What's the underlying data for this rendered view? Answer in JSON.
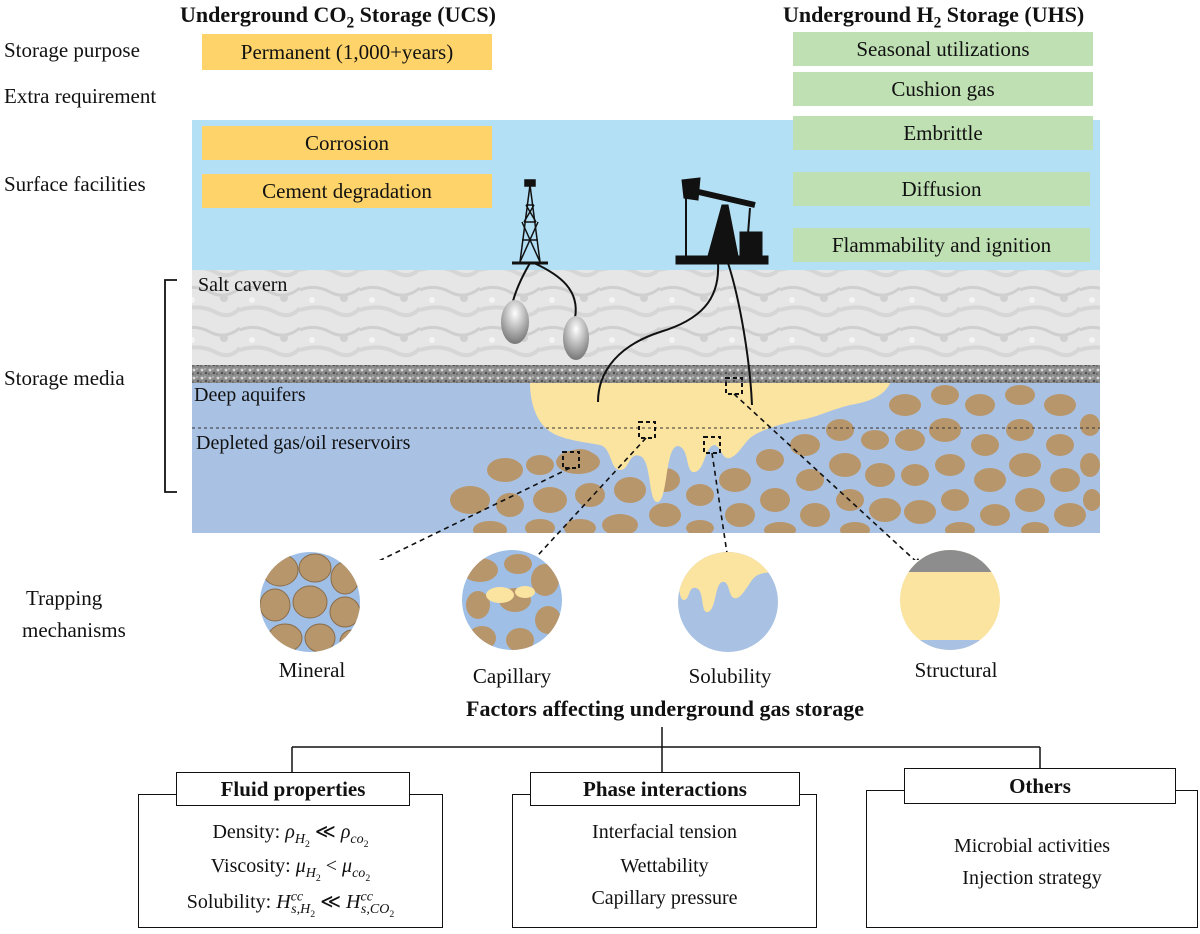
{
  "headers": {
    "ucs_prefix": "Underground CO",
    "ucs_sub": "2",
    "ucs_suffix": " Storage (UCS)",
    "uhs_prefix": "Underground H",
    "uhs_sub": "2",
    "uhs_suffix": " Storage (UHS)"
  },
  "row_labels": {
    "storage_purpose": "Storage purpose",
    "extra_requirement": "Extra requirement",
    "surface_facilities": "Surface facilities",
    "storage_media": "Storage media",
    "trapping_line1": "Trapping",
    "trapping_line2": "mechanisms"
  },
  "ucs_tags": {
    "permanent": "Permanent (1,000+years)",
    "corrosion": "Corrosion",
    "cement": "Cement degradation"
  },
  "uhs_tags": {
    "seasonal": "Seasonal utilizations",
    "cushion": "Cushion gas",
    "embrittle": "Embrittle",
    "diffusion": "Diffusion",
    "flammability": "Flammability and ignition"
  },
  "layers": {
    "salt": "Salt cavern",
    "aquifers": "Deep aquifers",
    "depleted": "Depleted gas/oil reservoirs"
  },
  "mechanisms": {
    "mineral": "Mineral",
    "capillary": "Capillary",
    "solubility": "Solubility",
    "structural": "Structural"
  },
  "factors": {
    "title": "Factors affecting underground gas storage",
    "fluid": {
      "title": "Fluid properties",
      "density_label": "Density: ",
      "viscosity_label": "Viscosity: ",
      "solubility_label": "Solubility: "
    },
    "phase": {
      "title": "Phase interactions",
      "items": [
        "Interfacial tension",
        "Wettability",
        "Capillary pressure"
      ]
    },
    "others": {
      "title": "Others",
      "items": [
        "Microbial activities",
        "Injection strategy"
      ]
    }
  },
  "colors": {
    "ucs_tag": "#fdd36a",
    "uhs_tag": "#bfe0b3",
    "surface_sky": "#b3e0f5",
    "reservoir_blue": "#a9c2e4",
    "gas_plume": "#fbe3a0",
    "grain_brown": "#b8966b"
  }
}
